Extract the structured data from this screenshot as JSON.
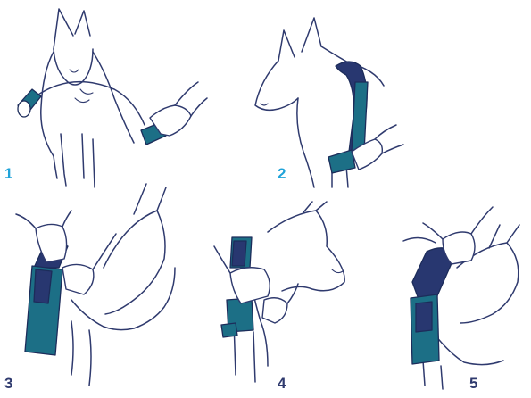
{
  "colors": {
    "ink": "#2f3a6e",
    "sleeve_teal": "#1c6f86",
    "strap_navy": "#283770",
    "step_number": "#1fa3d9",
    "step_number_dark": "#2f3a6e"
  },
  "steps": [
    {
      "number": "1"
    },
    {
      "number": "2"
    },
    {
      "number": "3"
    },
    {
      "number": "4"
    },
    {
      "number": "5"
    }
  ]
}
